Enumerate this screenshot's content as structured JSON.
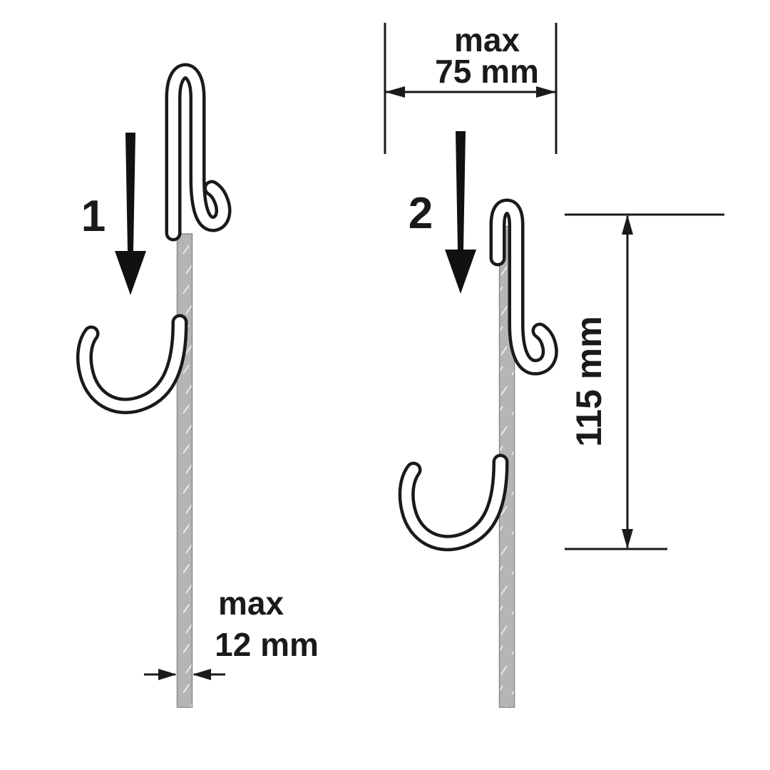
{
  "diagram": {
    "background": "#ffffff",
    "line_color": "#1a1a1a",
    "post_color": "#b5b5b5",
    "hatch_color": "#e9e9e9",
    "steps": [
      {
        "number": "1"
      },
      {
        "number": "2"
      }
    ],
    "dimensions": {
      "top_width": {
        "prefix": "max",
        "value": "75 mm"
      },
      "post_thickness": {
        "prefix": "max",
        "value": "12 mm"
      },
      "hook_height": {
        "value": "115 mm"
      }
    }
  }
}
